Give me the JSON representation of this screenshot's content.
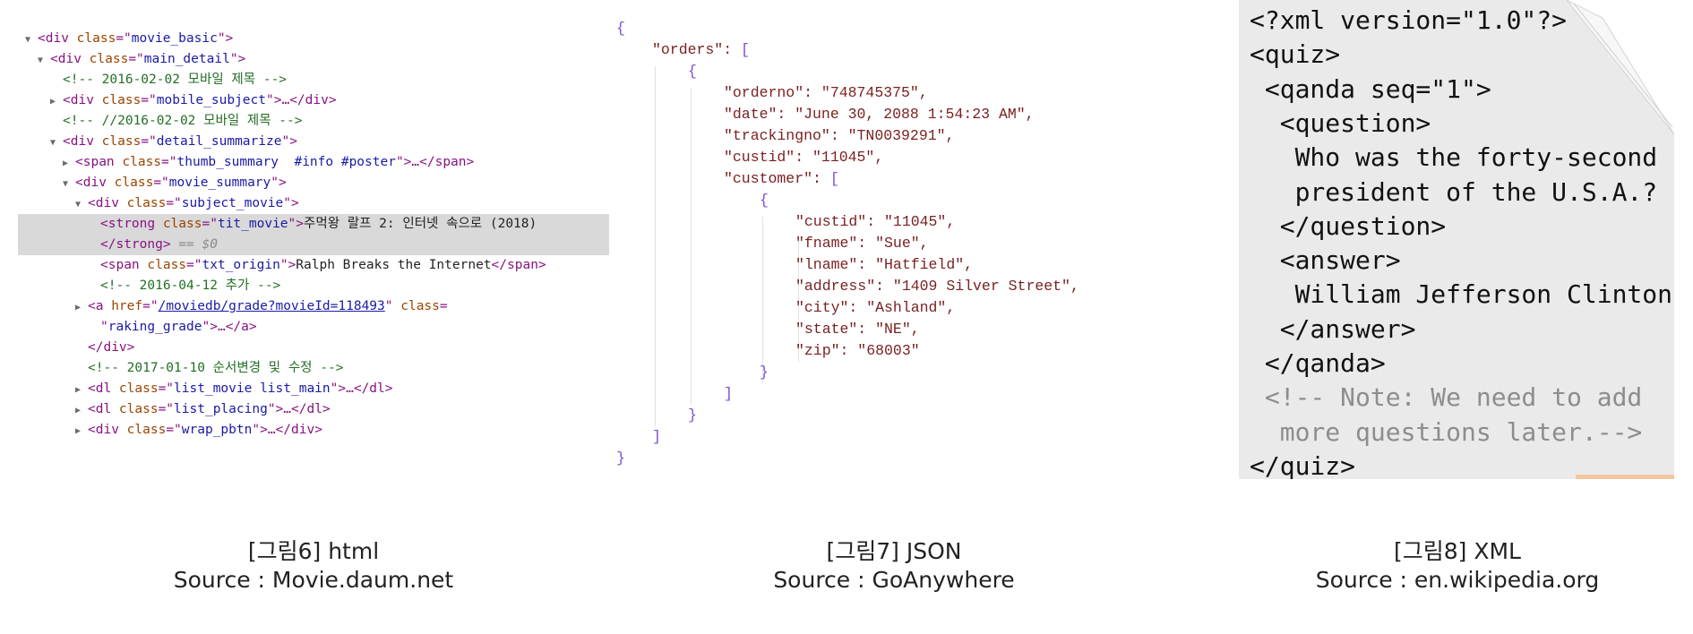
{
  "html_panel": {
    "lines": [
      {
        "tri": "▼",
        "parts": [
          [
            "tg",
            "<div "
          ],
          [
            "an",
            "class"
          ],
          [
            "tg",
            "=\""
          ],
          [
            "av",
            "movie_basic"
          ],
          [
            "tg",
            "\">"
          ]
        ]
      },
      {
        "tri": "▼",
        "parts": [
          [
            "tg",
            "<div "
          ],
          [
            "an",
            "class"
          ],
          [
            "tg",
            "=\""
          ],
          [
            "av",
            "main_detail"
          ],
          [
            "tg",
            "\">"
          ]
        ]
      },
      {
        "tri": "",
        "parts": [
          [
            "cm",
            "<!-- 2016-02-02 모바일 제목 -->"
          ]
        ]
      },
      {
        "tri": "▶",
        "parts": [
          [
            "tg",
            "<div "
          ],
          [
            "an",
            "class"
          ],
          [
            "tg",
            "=\""
          ],
          [
            "av",
            "mobile_subject"
          ],
          [
            "tg",
            "\">…</div>"
          ]
        ]
      },
      {
        "tri": "",
        "parts": [
          [
            "cm",
            "<!-- //2016-02-02 모바일 제목 -->"
          ]
        ]
      },
      {
        "tri": "▼",
        "parts": [
          [
            "tg",
            "<div "
          ],
          [
            "an",
            "class"
          ],
          [
            "tg",
            "=\""
          ],
          [
            "av",
            "detail_summarize"
          ],
          [
            "tg",
            "\">"
          ]
        ]
      },
      {
        "tri": "▶",
        "parts": [
          [
            "tg",
            "<span "
          ],
          [
            "an",
            "class"
          ],
          [
            "tg",
            "=\""
          ],
          [
            "av",
            "thumb_summary  #info #poster"
          ],
          [
            "tg",
            "\">…</span>"
          ]
        ]
      },
      {
        "tri": "▼",
        "parts": [
          [
            "tg",
            "<div "
          ],
          [
            "an",
            "class"
          ],
          [
            "tg",
            "=\""
          ],
          [
            "av",
            "movie_summary"
          ],
          [
            "tg",
            "\">"
          ]
        ]
      },
      {
        "tri": "▼",
        "parts": [
          [
            "tg",
            "<div "
          ],
          [
            "an",
            "class"
          ],
          [
            "tg",
            "=\""
          ],
          [
            "av",
            "subject_movie"
          ],
          [
            "tg",
            "\">"
          ]
        ]
      },
      {
        "tri": "",
        "sel": true,
        "parts": [
          [
            "tg",
            "<strong "
          ],
          [
            "an",
            "class"
          ],
          [
            "tg",
            "=\""
          ],
          [
            "av",
            "tit_movie"
          ],
          [
            "tg",
            "\">"
          ],
          [
            "tx",
            "주먹왕 랄프 2: 인터넷 속으로 (2018)"
          ]
        ]
      },
      {
        "tri": "",
        "sel": true,
        "parts": [
          [
            "tg",
            "</strong>"
          ],
          [
            "dim",
            " == $0"
          ]
        ]
      },
      {
        "tri": "",
        "parts": [
          [
            "tg",
            "<span "
          ],
          [
            "an",
            "class"
          ],
          [
            "tg",
            "=\""
          ],
          [
            "av",
            "txt_origin"
          ],
          [
            "tg",
            "\">"
          ],
          [
            "tx",
            "Ralph Breaks the Internet"
          ],
          [
            "tg",
            "</span>"
          ]
        ]
      },
      {
        "tri": "",
        "parts": [
          [
            "cm",
            "<!-- 2016-04-12 추가 -->"
          ]
        ]
      },
      {
        "tri": "▶",
        "parts": [
          [
            "tg",
            "<a "
          ],
          [
            "an",
            "href"
          ],
          [
            "tg",
            "=\""
          ],
          [
            "av-link",
            "/moviedb/grade?movieId=118493"
          ],
          [
            "tg",
            "\" "
          ],
          [
            "an",
            "class"
          ],
          [
            "tg",
            "="
          ]
        ]
      },
      {
        "tri": "",
        "parts": [
          [
            "tg",
            "\""
          ],
          [
            "av",
            "raking_grade"
          ],
          [
            "tg",
            "\">…</a>"
          ]
        ]
      },
      {
        "tri": "",
        "parts": [
          [
            "tg",
            "</div>"
          ]
        ]
      },
      {
        "tri": "",
        "parts": [
          [
            "cm",
            "<!-- 2017-01-10 순서변경 및 수정 -->"
          ]
        ]
      },
      {
        "tri": "▶",
        "parts": [
          [
            "tg",
            "<dl "
          ],
          [
            "an",
            "class"
          ],
          [
            "tg",
            "=\""
          ],
          [
            "av",
            "list_movie list_main"
          ],
          [
            "tg",
            "\">…</dl>"
          ]
        ]
      },
      {
        "tri": "▶",
        "parts": [
          [
            "tg",
            "<dl "
          ],
          [
            "an",
            "class"
          ],
          [
            "tg",
            "=\""
          ],
          [
            "av",
            "list_placing"
          ],
          [
            "tg",
            "\">…</dl>"
          ]
        ]
      },
      {
        "tri": "▶",
        "parts": [
          [
            "tg",
            "<div "
          ],
          [
            "an",
            "class"
          ],
          [
            "tg",
            "=\""
          ],
          [
            "av",
            "wrap_pbtn"
          ],
          [
            "tg",
            "\">…</div>"
          ]
        ]
      }
    ]
  },
  "json_panel": {
    "lines": [
      [
        [
          "br",
          "{"
        ]
      ],
      [
        [
          "k",
          "\"orders\": "
        ],
        [
          "br",
          "["
        ]
      ],
      [
        [
          "br",
          "{"
        ]
      ],
      [
        [
          "k",
          "\"orderno\": \"748745375\","
        ]
      ],
      [
        [
          "k",
          "\"date\": \"June 30, 2088 1:54:23 AM\","
        ]
      ],
      [
        [
          "k",
          "\"trackingno\": \"TN0039291\","
        ]
      ],
      [
        [
          "k",
          "\"custid\": \"11045\","
        ]
      ],
      [
        [
          "k",
          "\"customer\": "
        ],
        [
          "br",
          "["
        ]
      ],
      [
        [
          "br",
          "{"
        ]
      ],
      [
        [
          "k",
          "\"custid\": \"11045\","
        ]
      ],
      [
        [
          "k",
          "\"fname\": \"Sue\","
        ]
      ],
      [
        [
          "k",
          "\"lname\": \"Hatfield\","
        ]
      ],
      [
        [
          "k",
          "\"address\": \"1409 Silver Street\","
        ]
      ],
      [
        [
          "k",
          "\"city\": \"Ashland\","
        ]
      ],
      [
        [
          "k",
          "\"state\": \"NE\","
        ]
      ],
      [
        [
          "k",
          "\"zip\": \"68003\""
        ]
      ],
      [
        [
          "br",
          "}"
        ]
      ],
      [
        [
          "br",
          "]"
        ]
      ],
      [
        [
          "br",
          "}"
        ]
      ],
      [
        [
          "br",
          "]"
        ]
      ],
      [
        [
          "br",
          "}"
        ]
      ]
    ]
  },
  "xml_panel": {
    "lines": [
      {
        "text": "<?xml version=\"1.0\"?>"
      },
      {
        "text": "<quiz>"
      },
      {
        "text": " <qanda seq=\"1\">"
      },
      {
        "text": "  <question>"
      },
      {
        "text": "   Who was the forty-second"
      },
      {
        "text": "   president of the U.S.A.?"
      },
      {
        "text": "  </question>"
      },
      {
        "text": "  <answer>"
      },
      {
        "text": "   William Jefferson Clinton"
      },
      {
        "text": "  </answer>"
      },
      {
        "text": " </qanda>"
      },
      {
        "text": " <!-- Note: We need to add",
        "note": true
      },
      {
        "text": "  more questions later.-->",
        "note": true
      },
      {
        "text": "</quiz>"
      }
    ]
  },
  "captions": {
    "html": {
      "title": "[그림6] html",
      "source": "Source : Movie.daum.net"
    },
    "json": {
      "title": "[그림7] JSON",
      "source": "Source :  GoAnywhere"
    },
    "xml": {
      "title": "[그림8] XML",
      "source": "Source :  en.wikipedia.org"
    }
  }
}
